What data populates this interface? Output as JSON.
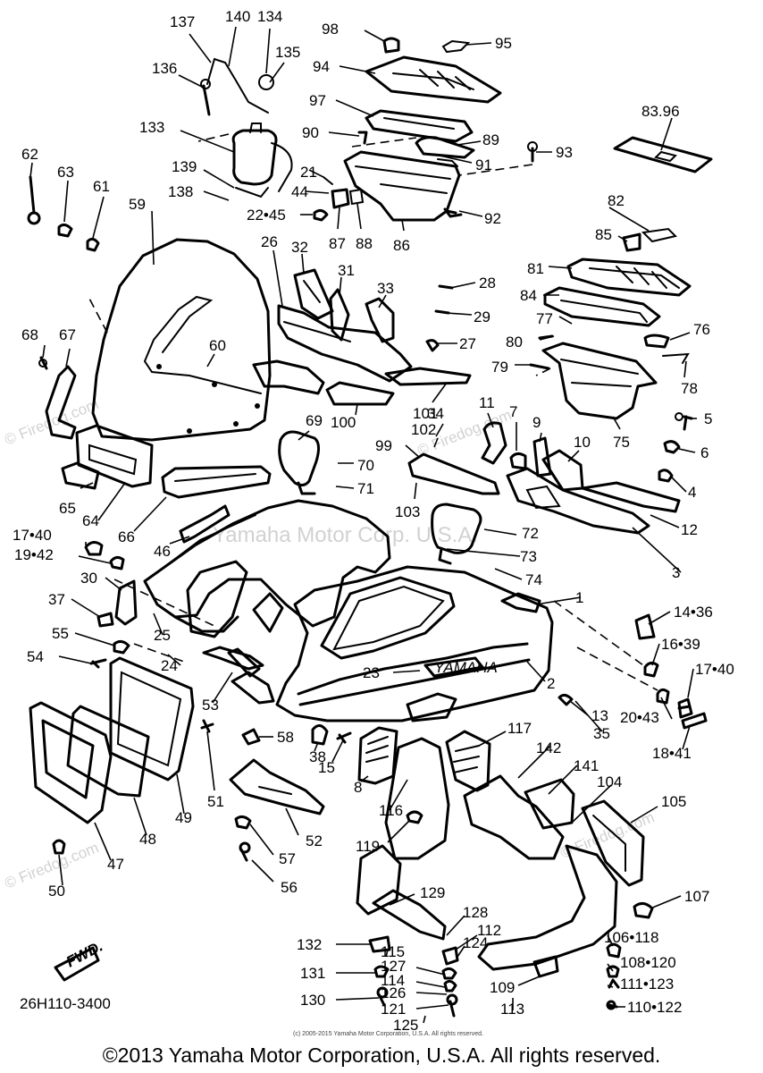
{
  "diagram": {
    "part_numbers": [
      "137",
      "140",
      "134",
      "98",
      "95",
      "136",
      "135",
      "94",
      "97",
      "83.96",
      "133",
      "90",
      "89",
      "93",
      "62",
      "63",
      "139",
      "21",
      "91",
      "61",
      "138",
      "44",
      "22•45",
      "87",
      "88",
      "86",
      "92",
      "82",
      "59",
      "26",
      "32",
      "85",
      "31",
      "28",
      "81",
      "33",
      "29",
      "84",
      "60",
      "77",
      "27",
      "76",
      "68",
      "67",
      "80",
      "79",
      "78",
      "34",
      "75",
      "101",
      "11",
      "7",
      "5",
      "69",
      "102",
      "9",
      "10",
      "99",
      "6",
      "100",
      "70",
      "4",
      "71",
      "65",
      "64",
      "66",
      "103",
      "72",
      "46",
      "17•40",
      "12",
      "73",
      "19•42",
      "3",
      "30",
      "74",
      "1",
      "14•36",
      "37",
      "55",
      "25",
      "16•39",
      "54",
      "24",
      "23",
      "17•40",
      "2",
      "53",
      "13",
      "20•43",
      "35",
      "18•41",
      "58",
      "117",
      "142",
      "38",
      "15",
      "8",
      "51",
      "141",
      "104",
      "105",
      "116",
      "52",
      "49",
      "48",
      "119",
      "57",
      "47",
      "56",
      "50",
      "129",
      "107",
      "128",
      "112",
      "132",
      "124",
      "115",
      "106•118",
      "131",
      "127",
      "108•120",
      "114",
      "109",
      "111•123",
      "130",
      "126",
      "113",
      "121",
      "110•122",
      "125"
    ],
    "model_code": "26H110-3400",
    "badge_text": "FWD.",
    "emblem_text": "YAMAHA",
    "watermark_text": "Yamaha Motor Corp. U.S.A.",
    "watermark_brand": "© Firedog.com",
    "fine_print": "(c) 2005-2015 Yamaha Motor Corporation, U.S.A. All rights reserved."
  },
  "footer": {
    "copyright": "©2013 Yamaha Motor Corporation, U.S.A. All rights reserved."
  }
}
